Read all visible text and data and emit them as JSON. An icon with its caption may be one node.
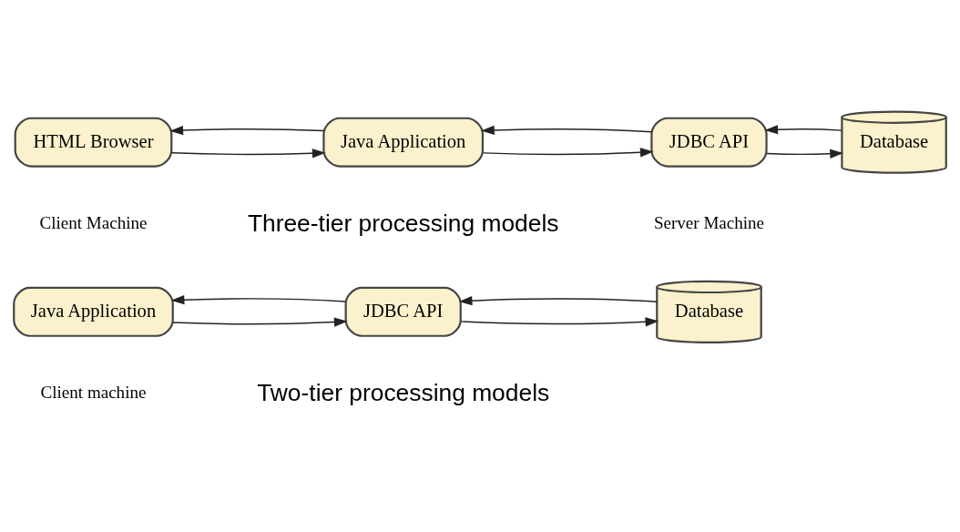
{
  "diagram": {
    "nodes": [
      {
        "text": [
          "Java Application"
        ]
      },
      {
        "text": [
          "JDBC API"
        ]
      },
      {
        "text": [
          "Database"
        ]
      },
      {
        "text": [
          "HTML Browser"
        ]
      },
      {
        "text": [
          "Java Application"
        ]
      },
      {
        "text": [
          "JDBC API"
        ]
      },
      {
        "text": [
          "Database"
        ]
      }
    ],
    "edges": [
      {
        "from": 0,
        "to": 1,
        "arrow": "to"
      },
      {
        "from": 1,
        "to": 0,
        "arrow": "to"
      },
      {
        "from": 1,
        "to": 2,
        "arrow": "to"
      },
      {
        "from": 2,
        "to": 1,
        "arrow": "to"
      },
      {
        "from": 3,
        "to": 4,
        "arrow": "to"
      },
      {
        "from": 4,
        "to": 3,
        "arrow": "to"
      },
      {
        "from": 4,
        "to": 5,
        "arrow": "to"
      },
      {
        "from": 5,
        "to": 4,
        "arrow": "to"
      },
      {
        "from": 5,
        "to": 6,
        "arrow": "to"
      },
      {
        "from": 6,
        "to": 5,
        "arrow": "to"
      }
    ],
    "labels": [
      "Client machine",
      "Two-tier processing models",
      "Client Machine",
      "Server Machine",
      "Three-tier processing models"
    ]
  }
}
